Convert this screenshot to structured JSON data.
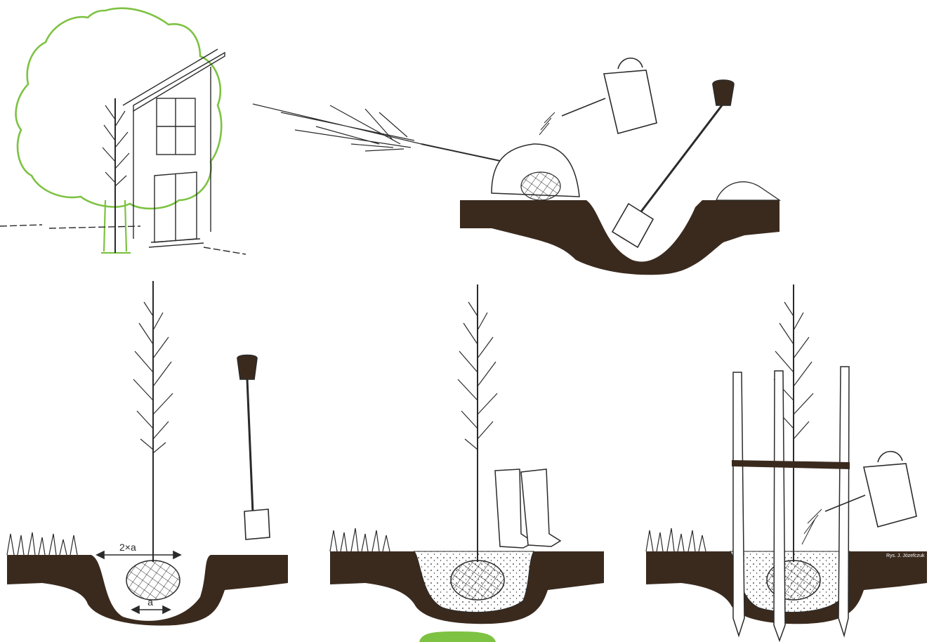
{
  "labels": {
    "width_top": "2×a",
    "width_bottom": "a",
    "credit": "Rys. J. Józefczuk"
  },
  "colors": {
    "soil": "#3a2a1e",
    "ink": "#2a2a2a",
    "accent_green": "#7dc242",
    "substrate_bg": "#ffffff",
    "background": "#ffffff"
  },
  "icons": [
    "tree-icon",
    "watering-can-icon",
    "spade-icon",
    "rubber-boots-icon",
    "stake-icon",
    "root-ball-icon",
    "house-icon"
  ]
}
